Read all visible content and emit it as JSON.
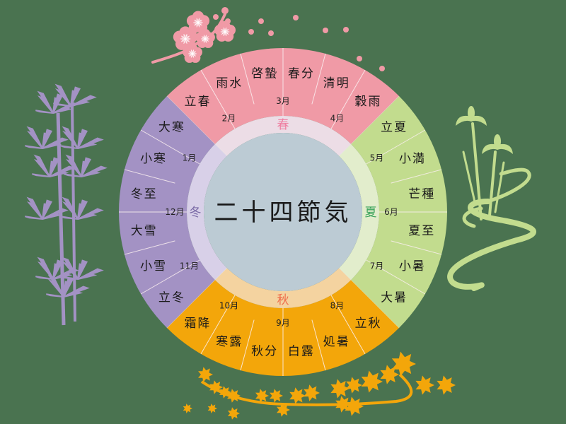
{
  "title": "二十四節気",
  "colors": {
    "background": "#4a7350",
    "center": "#bccbd4",
    "divider": "#fbeff0"
  },
  "seasons": [
    {
      "id": "spring",
      "label": "春",
      "outer_color": "#f09aa6",
      "ring_color": "#ecdde6",
      "label_color": "#ee7fa1",
      "start_angle": 135,
      "terms": [
        "立春",
        "雨水",
        "啓蟄",
        "春分",
        "清明",
        "穀雨"
      ],
      "months": [
        {
          "label": "2月",
          "angle": 120
        },
        {
          "label": "3月",
          "angle": 90
        },
        {
          "label": "4月",
          "angle": 60
        }
      ]
    },
    {
      "id": "summer",
      "label": "夏",
      "outer_color": "#c2dc8e",
      "ring_color": "#e2edcc",
      "label_color": "#3aa35b",
      "start_angle": 45,
      "terms": [
        "立夏",
        "小満",
        "芒種",
        "夏至",
        "小暑",
        "大暑"
      ],
      "months": [
        {
          "label": "5月",
          "angle": 30
        },
        {
          "label": "6月",
          "angle": 0
        },
        {
          "label": "7月",
          "angle": -30
        }
      ]
    },
    {
      "id": "autumn",
      "label": "秋",
      "outer_color": "#f3a60a",
      "ring_color": "#f4d3a0",
      "label_color": "#ee6c4a",
      "start_angle": -45,
      "terms": [
        "立秋",
        "処暑",
        "白露",
        "秋分",
        "寒露",
        "霜降"
      ],
      "months": [
        {
          "label": "8月",
          "angle": -60
        },
        {
          "label": "9月",
          "angle": -90
        },
        {
          "label": "10月",
          "angle": -120
        }
      ]
    },
    {
      "id": "winter",
      "label": "冬",
      "outer_color": "#a392c4",
      "ring_color": "#d8d0e8",
      "label_color": "#7a6aa6",
      "start_angle": -135,
      "terms": [
        "立冬",
        "小雪",
        "大雪",
        "冬至",
        "小寒",
        "大寒"
      ],
      "months": [
        {
          "label": "11月",
          "angle": -150
        },
        {
          "label": "12月",
          "angle": 180
        },
        {
          "label": "1月",
          "angle": 150
        }
      ]
    }
  ],
  "decorations": [
    {
      "name": "plum-blossom",
      "color": "#f09aa6"
    },
    {
      "name": "bamboo",
      "color": "#a392c4"
    },
    {
      "name": "iris-stream",
      "color": "#c2dc8e"
    },
    {
      "name": "maple-branch",
      "color": "#f3a60a"
    }
  ]
}
